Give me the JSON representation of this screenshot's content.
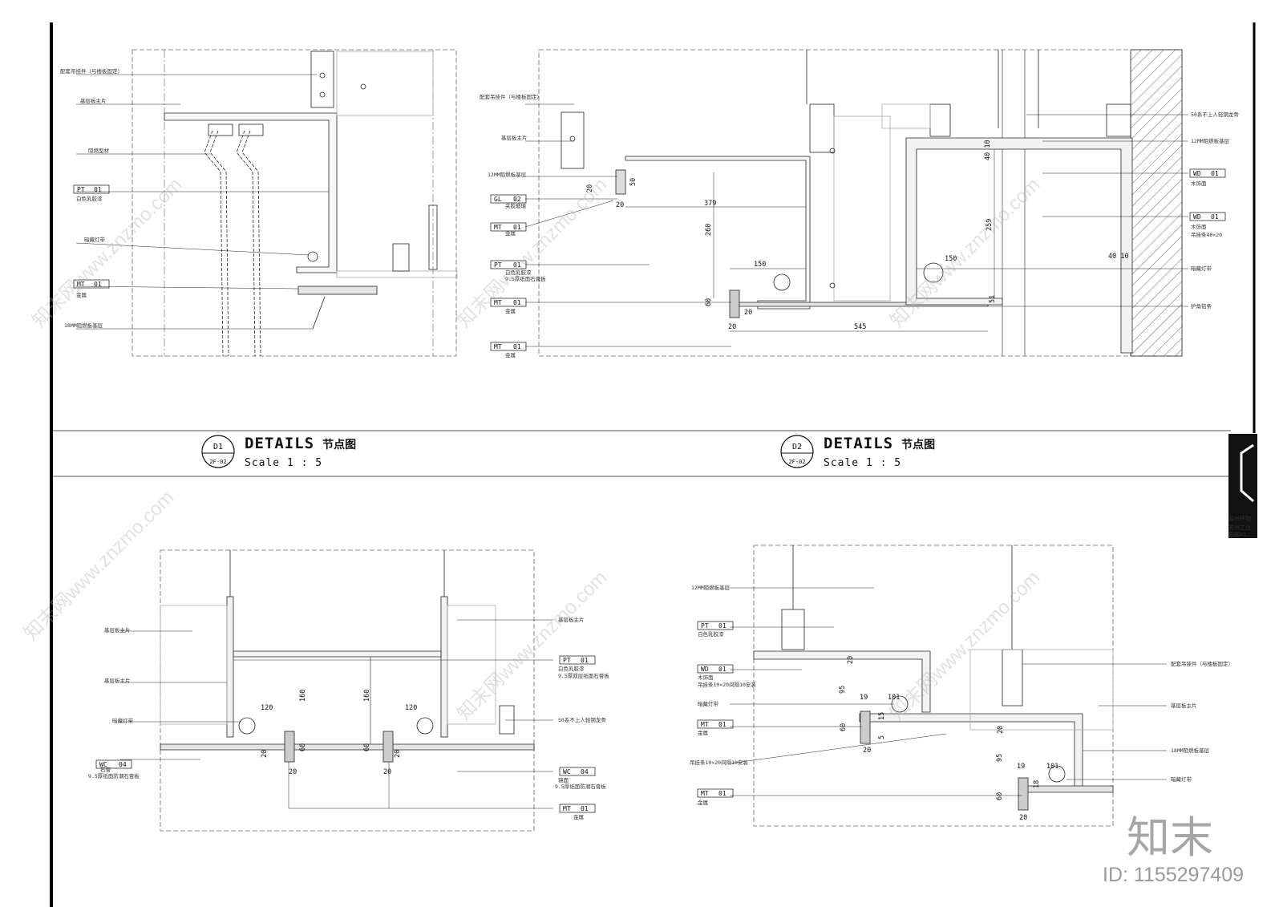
{
  "sheet": {
    "details": [
      {
        "id": "D1",
        "ref": "2F-02",
        "title": "DETAILS",
        "title_cn": "节点图",
        "scale": "Scale 1 : 5"
      },
      {
        "id": "D2",
        "ref": "2F-02",
        "title": "DETAILS",
        "title_cn": "节点图",
        "scale": "Scale 1 : 5"
      }
    ],
    "title_block": {
      "company": "苏州环物",
      "address": "苏州工业园区",
      "email": "E-MAIL:"
    }
  },
  "d1_top": {
    "notes": [
      "配套吊挂件（与楼板固定）",
      "基层板主片",
      "阻燃型材",
      "白色乳胶漆",
      "暗藏灯带",
      "金属",
      "18MM阻燃板基层"
    ],
    "tags": [
      {
        "code": "PT",
        "num": "01"
      },
      {
        "code": "MT",
        "num": "01"
      }
    ]
  },
  "d2_top": {
    "notes": [
      "配套吊挂件（与楼板固定）",
      "基层板主片",
      "12MM阻燃板基层",
      "夹胶玻璃",
      "金属",
      "白色乳胶漆",
      "9.5厚纸面石膏板",
      "金属",
      "金属",
      "50系不上人轻钢龙骨",
      "12MM阻燃板基层",
      "木饰面",
      "木饰面",
      "吊挂条40×20",
      "暗藏灯带",
      "护角铝条"
    ],
    "tags": [
      {
        "code": "GL",
        "num": "02"
      },
      {
        "code": "MT",
        "num": "01"
      },
      {
        "code": "PT",
        "num": "01"
      },
      {
        "code": "MT",
        "num": "01"
      },
      {
        "code": "MT",
        "num": "01"
      },
      {
        "code": "WD",
        "num": "01"
      },
      {
        "code": "WD",
        "num": "01"
      }
    ],
    "dims": [
      "20",
      "50",
      "20",
      "379",
      "260",
      "150",
      "60",
      "20",
      "20",
      "545",
      "40 10",
      "259",
      "150",
      "51",
      "40 10"
    ]
  },
  "d1_bottom": {
    "notes": [
      "基层板主片",
      "基层板主片",
      "暗藏灯带",
      "石膏",
      "9.5厚纸面防潮石膏板",
      "基层板主片",
      "白色乳胶漆",
      "9.5厚双层纸面石膏板",
      "50系不上人轻钢龙骨",
      "镜面",
      "9.5厚纸面防潮石膏板",
      "金属"
    ],
    "tags": [
      {
        "code": "WC",
        "num": "04"
      },
      {
        "code": "PT",
        "num": "01"
      },
      {
        "code": "WC",
        "num": "04"
      },
      {
        "code": "MT",
        "num": "01"
      }
    ],
    "dims": [
      "120",
      "160",
      "160",
      "120",
      "60",
      "60",
      "20",
      "20",
      "20",
      "20"
    ]
  },
  "d2_bottom": {
    "notes": [
      "12MM阻燃板基层",
      "白色乳胶漆",
      "木饰面",
      "吊挂条10×20间隔10安装",
      "暗藏灯带",
      "金属",
      "吊挂条10×20间隔10安装",
      "金属",
      "配套吊挂件（与楼板固定）",
      "基层板主片",
      "18MM阻燃板基层",
      "暗藏灯带"
    ],
    "tags": [
      {
        "code": "PT",
        "num": "01"
      },
      {
        "code": "WD",
        "num": "01"
      },
      {
        "code": "MT",
        "num": "01"
      },
      {
        "code": "MT",
        "num": "01"
      }
    ],
    "dims": [
      "20",
      "95",
      "19",
      "101",
      "60",
      "15",
      "5",
      "20",
      "20",
      "95",
      "19",
      "101",
      "18",
      "60",
      "20"
    ]
  },
  "watermark": {
    "logo": "知末",
    "id": "ID: 1155297409",
    "site": "知末网www.znzmo.com"
  }
}
